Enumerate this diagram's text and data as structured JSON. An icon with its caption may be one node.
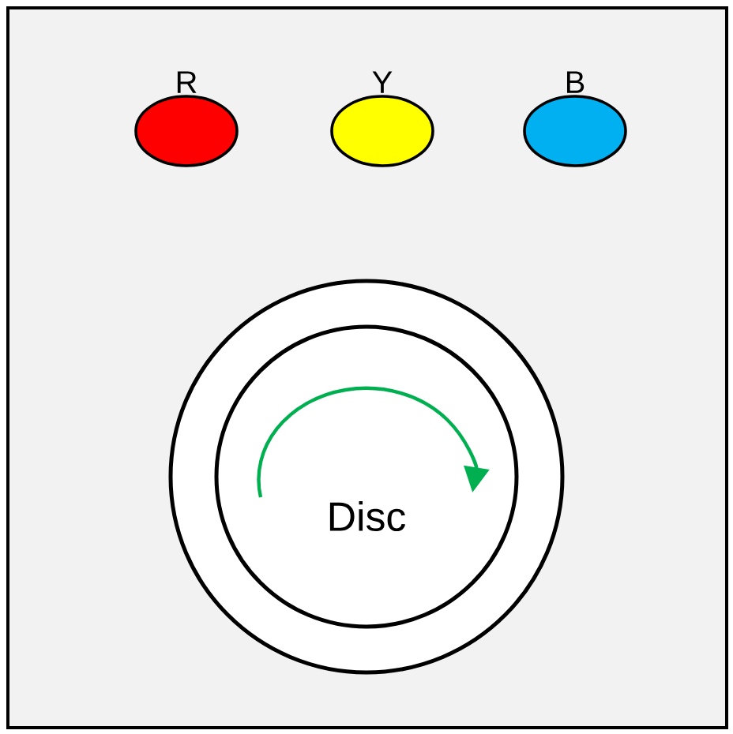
{
  "diagram": {
    "nodes": [
      {
        "text": [
          "R"
        ]
      },
      {
        "text": [
          "Y"
        ]
      },
      {
        "text": [
          "B"
        ]
      },
      {
        "text": [
          "Disc"
        ]
      }
    ]
  }
}
